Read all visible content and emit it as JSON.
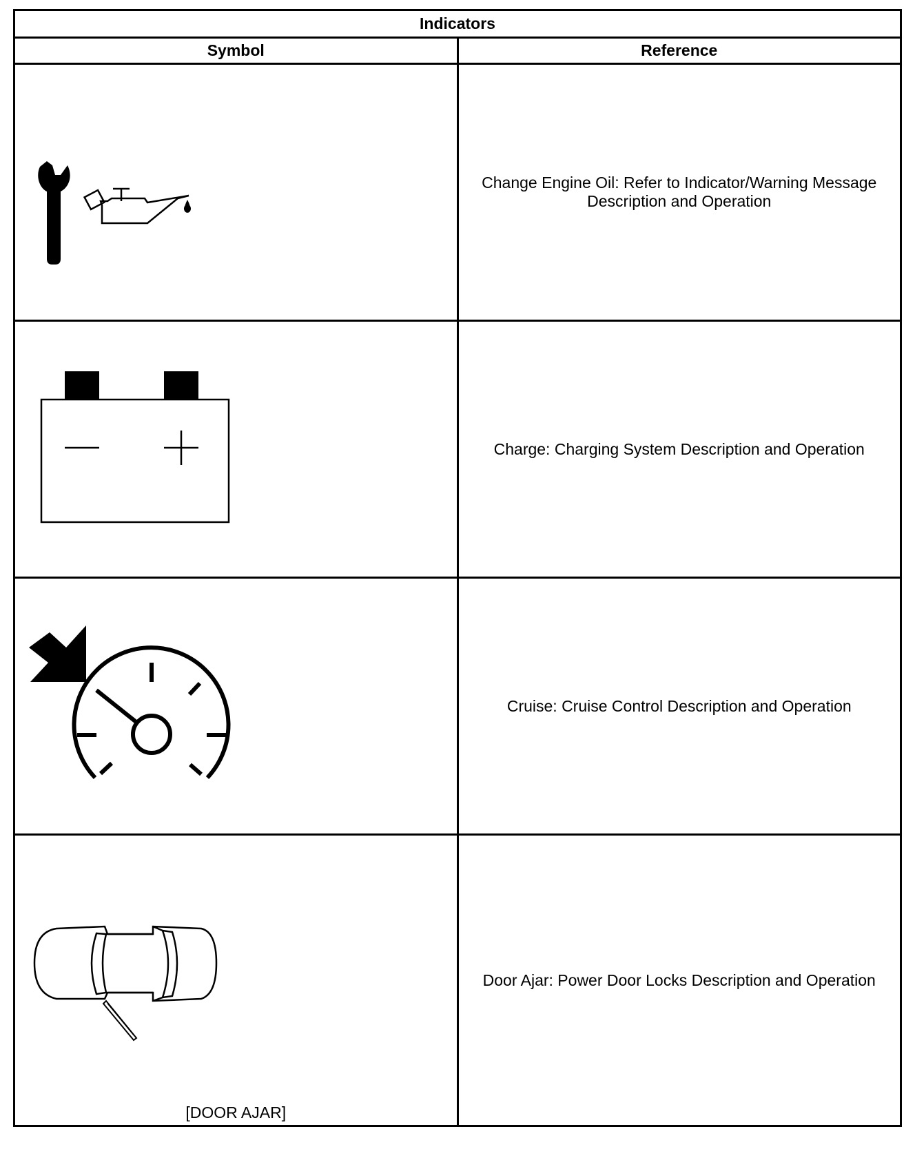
{
  "table": {
    "title": "Indicators",
    "headers": {
      "symbol": "Symbol",
      "reference": "Reference"
    },
    "rows": [
      {
        "icon": "change-engine-oil-icon",
        "symbol_caption": "",
        "reference": "Change Engine Oil: Refer to Indicator/Warning Message Description and Operation"
      },
      {
        "icon": "battery-charge-icon",
        "symbol_caption": "",
        "reference": "Charge: Charging System Description and Operation"
      },
      {
        "icon": "cruise-control-icon",
        "symbol_caption": "",
        "reference": "Cruise: Cruise Control Description and Operation"
      },
      {
        "icon": "door-ajar-icon",
        "symbol_caption": "[DOOR AJAR]",
        "reference": "Door Ajar: Power Door Locks Description and Operation"
      }
    ]
  }
}
